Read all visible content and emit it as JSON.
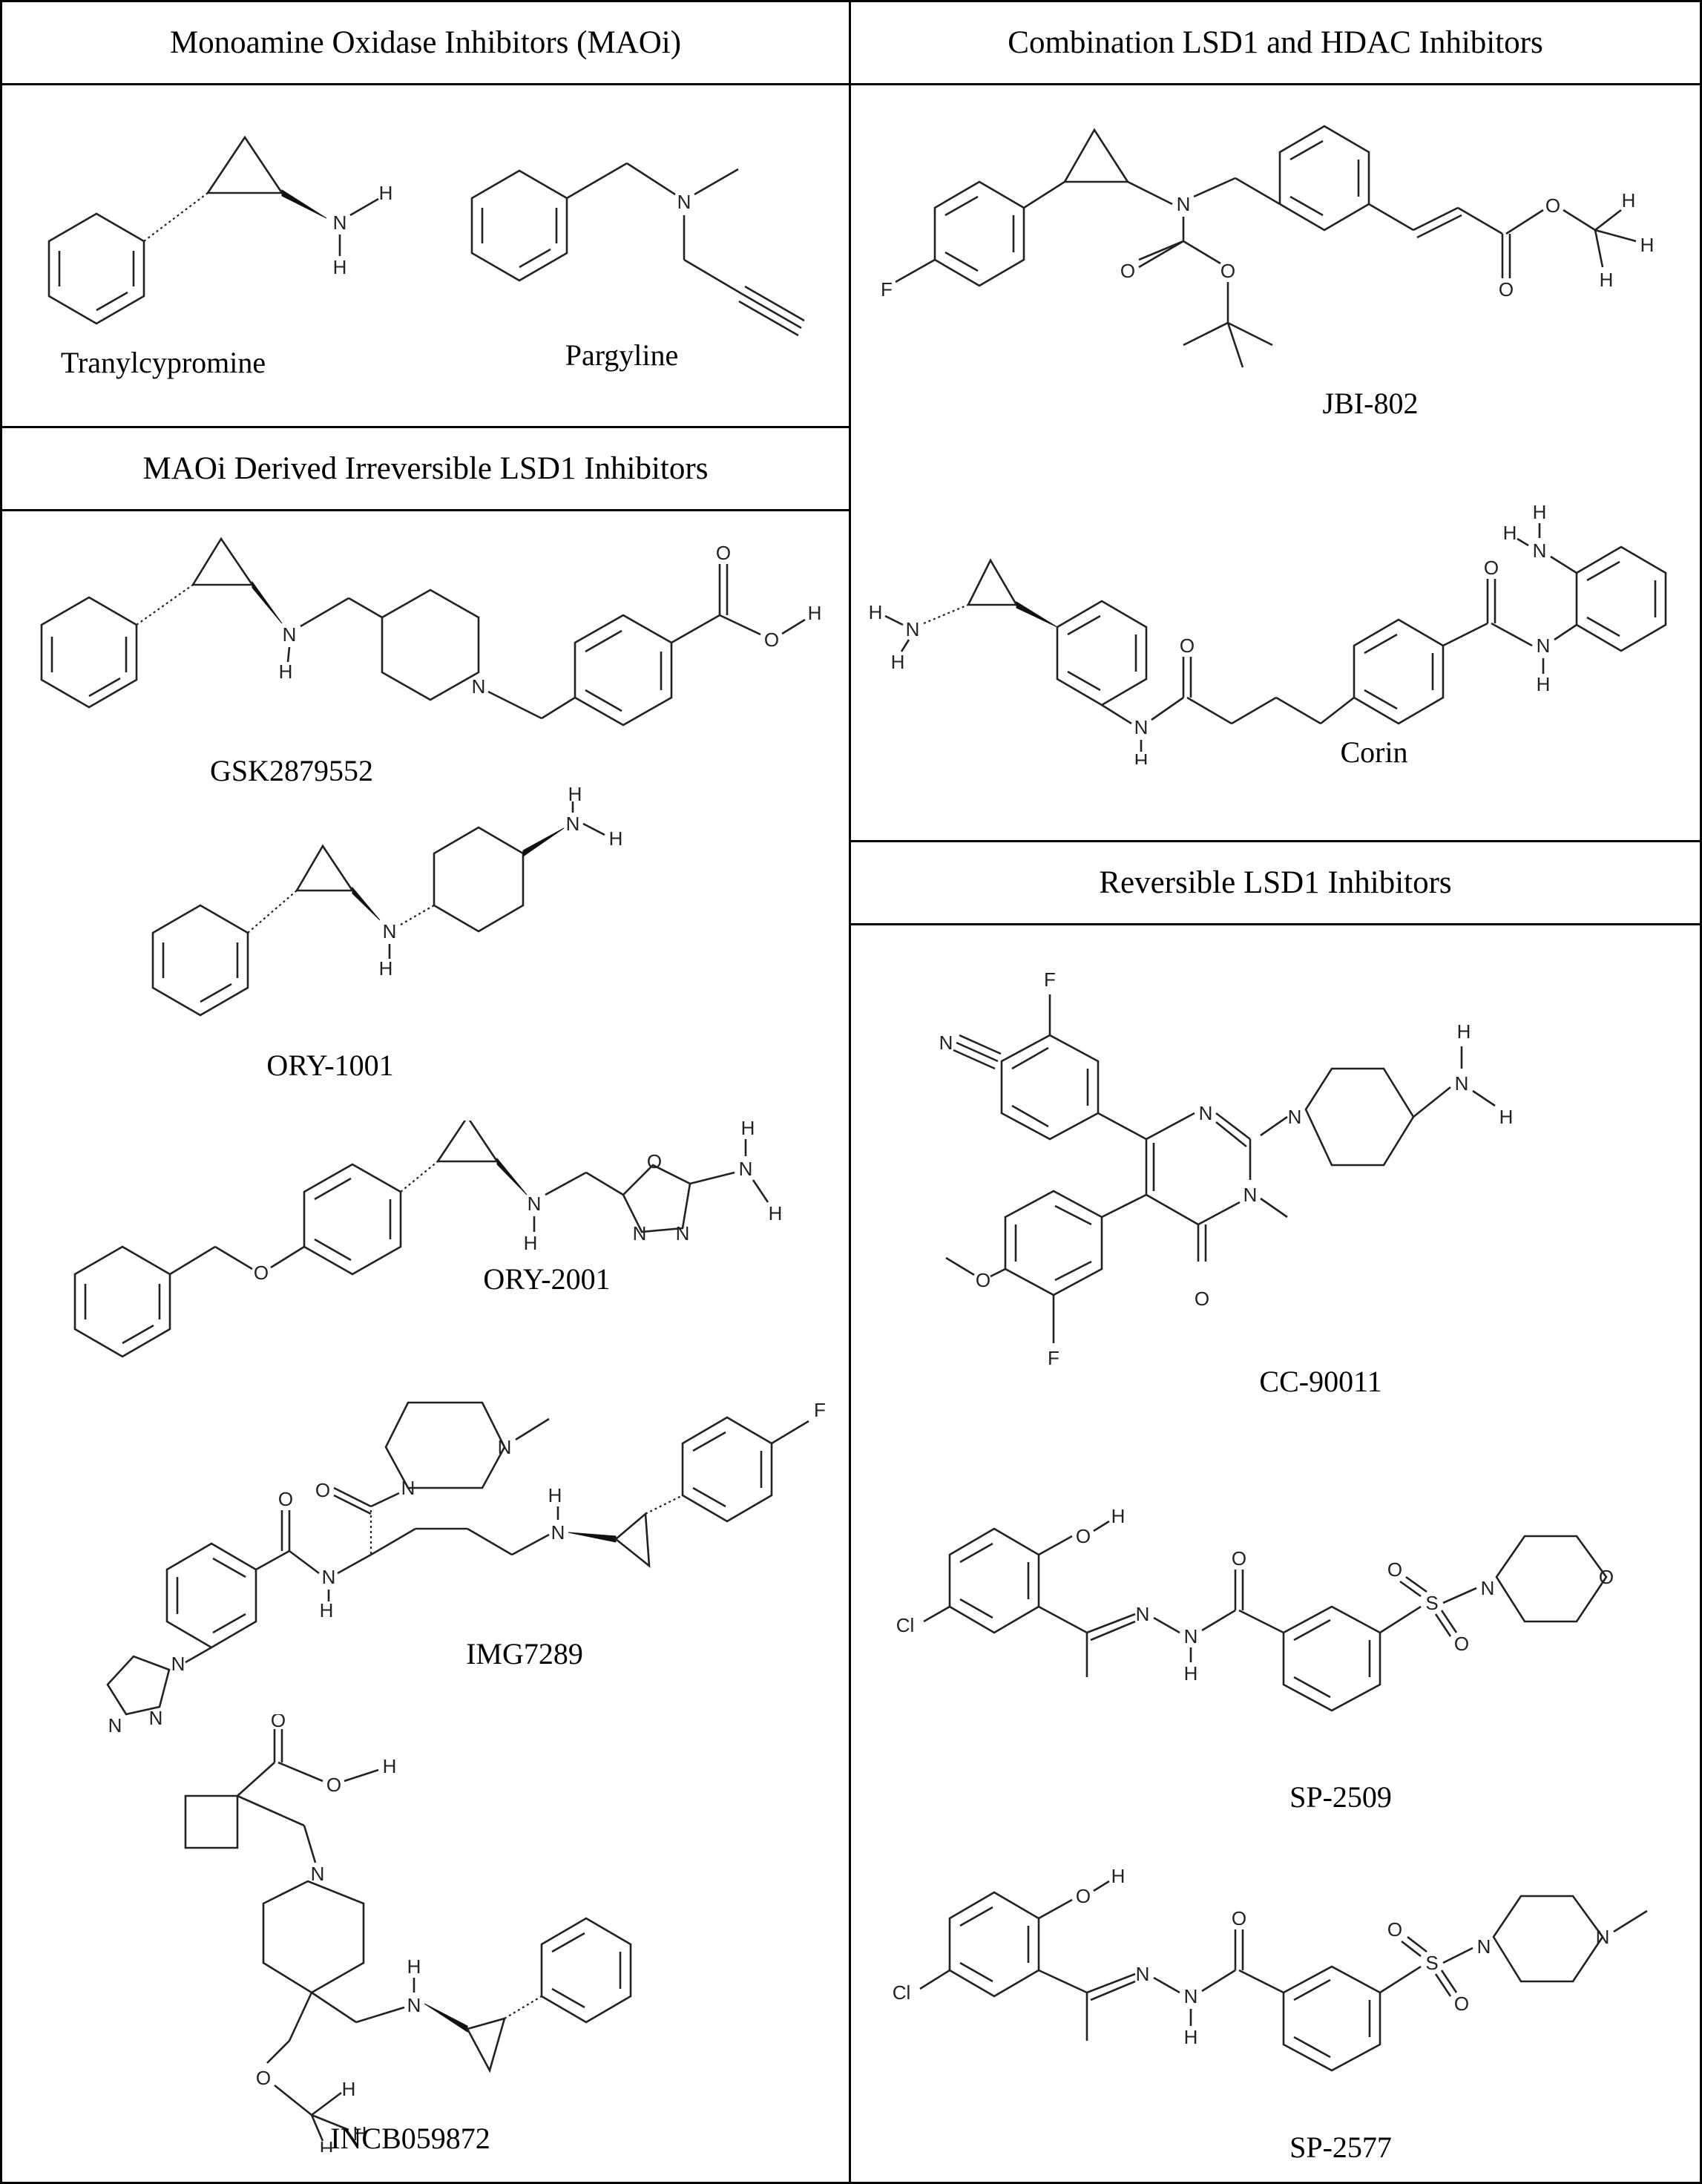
{
  "sections": {
    "maoi": "Monoamine Oxidase Inhibitors (MAOi)",
    "combo": "Combination LSD1 and HDAC Inhibitors",
    "irreversible": "MAOi Derived Irreversible LSD1 Inhibitors",
    "reversible": "Reversible LSD1 Inhibitors"
  },
  "compounds": {
    "tranylcypromine": "Tranylcypromine",
    "pargyline": "Pargyline",
    "jbi802": "JBI-802",
    "corin": "Corin",
    "gsk": "GSK2879552",
    "ory1001": "ORY-1001",
    "ory2001": "ORY-2001",
    "img7289": "IMG7289",
    "incb": "INCB059872",
    "cc90011": "CC-90011",
    "sp2509": "SP-2509",
    "sp2577": "SP-2577"
  },
  "atoms": {
    "N": "N",
    "H": "H",
    "O": "O",
    "F": "F",
    "Cl": "Cl",
    "S": "S"
  }
}
